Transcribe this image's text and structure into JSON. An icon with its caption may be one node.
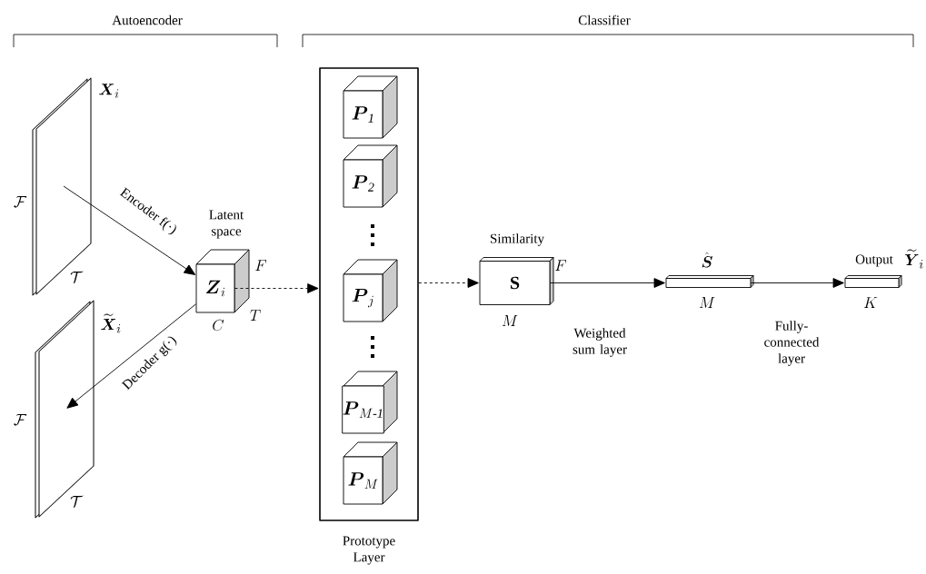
{
  "diagram": {
    "nodes": [
      {
        "text": [],
        "shape": "box",
        "beside": [
          "\\boldsymbol{X}_{i}",
          "\\mathcal{F}",
          "\\mathcal{T}"
        ]
      },
      {
        "text": [],
        "shape": "box",
        "beside": [
          "\\widetilde{\\boldsymbol{X}}_{i}",
          "\\mathcal{F}",
          "\\mathcal{T}"
        ]
      },
      {
        "text": [
          "\\boldsymbol{Z}_{i}"
        ],
        "beside": [
          "Latent space",
          "F",
          "T",
          "C"
        ]
      },
      {
        "text": [
          "Prototype Layer"
        ]
      },
      {
        "text": [
          "\\boldsymbol{P}_{\\mathit{1}}"
        ],
        "in": 3
      },
      {
        "text": [
          "\\boldsymbol{P}_{\\mathit{2}}"
        ],
        "in": 3
      },
      {
        "text": [
          "\\boldsymbol{P}_{j}"
        ],
        "in": 3
      },
      {
        "text": [
          "\\boldsymbol{P}_{M\\text{-}\\mathit{1}}"
        ],
        "in": 3
      },
      {
        "text": [
          "\\boldsymbol{P}_{M}"
        ],
        "in": 3
      },
      {
        "text": [
          "\\mathbf{S}"
        ],
        "beside": [
          "Similarity",
          "F",
          "M"
        ]
      },
      {
        "text": [],
        "shape": "bar",
        "beside": [
          "\\hat{\\boldsymbol{S}}",
          "M"
        ]
      },
      {
        "text": [],
        "shape": "bar",
        "beside": [
          "Output",
          "\\widetilde{\\boldsymbol{Y}}_{i}",
          "K"
        ]
      }
    ],
    "edges": [
      {
        "from": 0,
        "to": 2,
        "arrow": "to",
        "label": "Encoder f(·)"
      },
      {
        "from": 2,
        "to": 1,
        "arrow": "to",
        "label": "Decoder g(·)"
      },
      {
        "from": 2,
        "to": 3,
        "arrow": "to",
        "style": "dashed"
      },
      {
        "from": 3,
        "to": 9,
        "arrow": "to",
        "style": "dashed"
      },
      {
        "from": 9,
        "to": 10,
        "arrow": "to",
        "label": "Weighted sum layer"
      },
      {
        "from": 10,
        "to": 11,
        "arrow": "to",
        "label": "Fully-connected layer"
      }
    ],
    "labels": [
      "Autoencoder",
      "Classifier"
    ]
  }
}
